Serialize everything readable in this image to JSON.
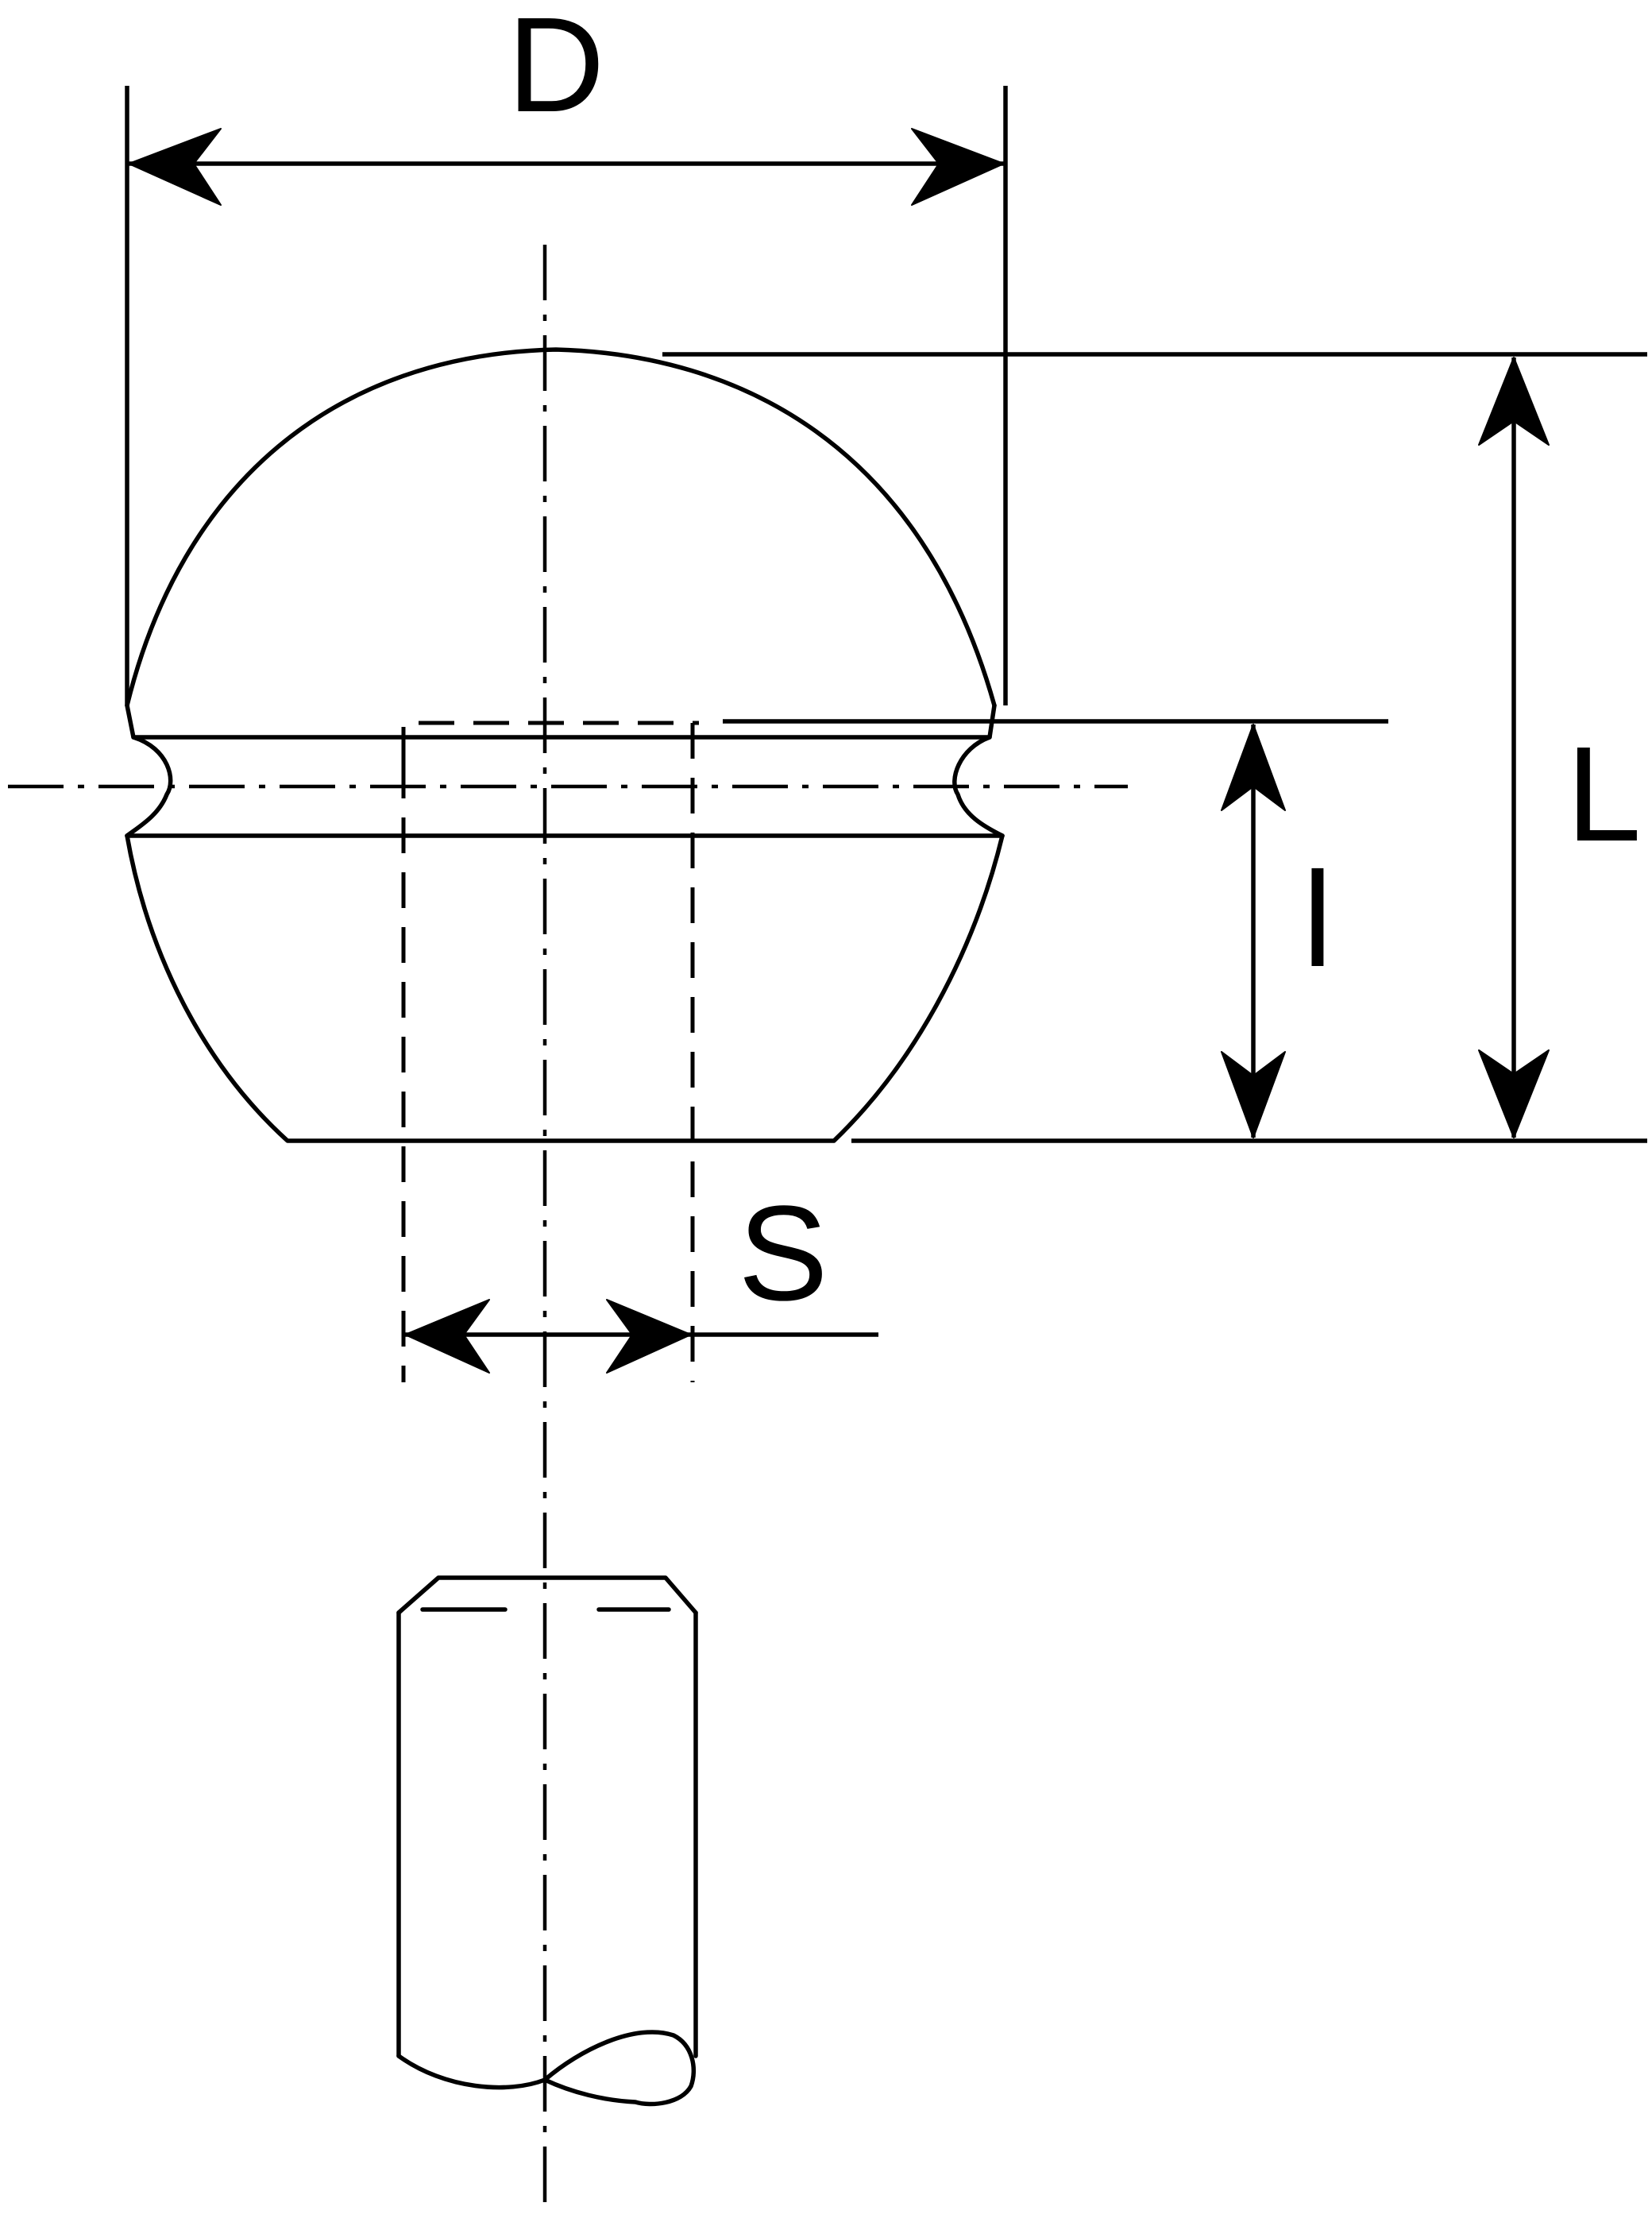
{
  "labels": {
    "diameter": "D",
    "total_length": "L",
    "depth": "l",
    "shaft": "S"
  }
}
